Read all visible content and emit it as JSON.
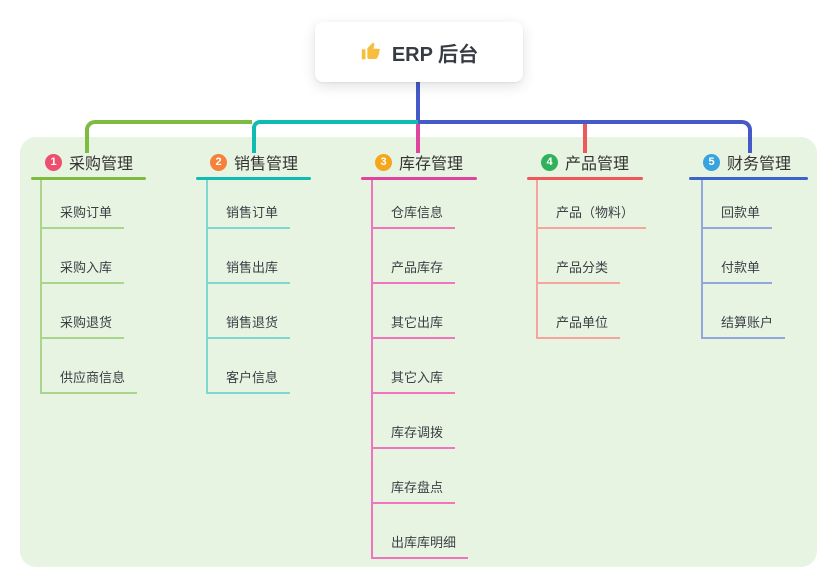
{
  "root": {
    "label": "ERP 后台",
    "icon": "thumbs-up-icon",
    "icon_color": "#F6BE3C"
  },
  "branches": [
    {
      "index": "1",
      "label": "采购管理",
      "badge_color": "#EF4F6E",
      "line_color": "#7EBB40",
      "child_line_color": "#A9D58C",
      "children": [
        "采购订单",
        "采购入库",
        "采购退货",
        "供应商信息"
      ]
    },
    {
      "index": "2",
      "label": "销售管理",
      "badge_color": "#F5813A",
      "line_color": "#10BCB2",
      "child_line_color": "#7FD8D0",
      "children": [
        "销售订单",
        "销售出库",
        "销售退货",
        "客户信息"
      ]
    },
    {
      "index": "3",
      "label": "库存管理",
      "badge_color": "#F4A71C",
      "line_color": "#DF459E",
      "child_line_color": "#F075BE",
      "children": [
        "仓库信息",
        "产品库存",
        "其它出库",
        "其它入库",
        "库存调拨",
        "库存盘点",
        "出库库明细"
      ]
    },
    {
      "index": "4",
      "label": "产品管理",
      "badge_color": "#2FB25B",
      "line_color": "#F0575A",
      "child_line_color": "#F7A39E",
      "children": [
        "产品（物料）",
        "产品分类",
        "产品单位"
      ]
    },
    {
      "index": "5",
      "label": "财务管理",
      "badge_color": "#38A3DF",
      "line_color": "#3D64CB",
      "child_line_color": "#93A7DE",
      "children": [
        "回款单",
        "付款单",
        "结算账户"
      ]
    }
  ],
  "colors": {
    "canvas_bg": "#FFFFFF",
    "panel_bg": "#E8F4E2",
    "root_connector": "#4559C8",
    "node_text": "#363B44",
    "child_text": "#3A3F45"
  }
}
